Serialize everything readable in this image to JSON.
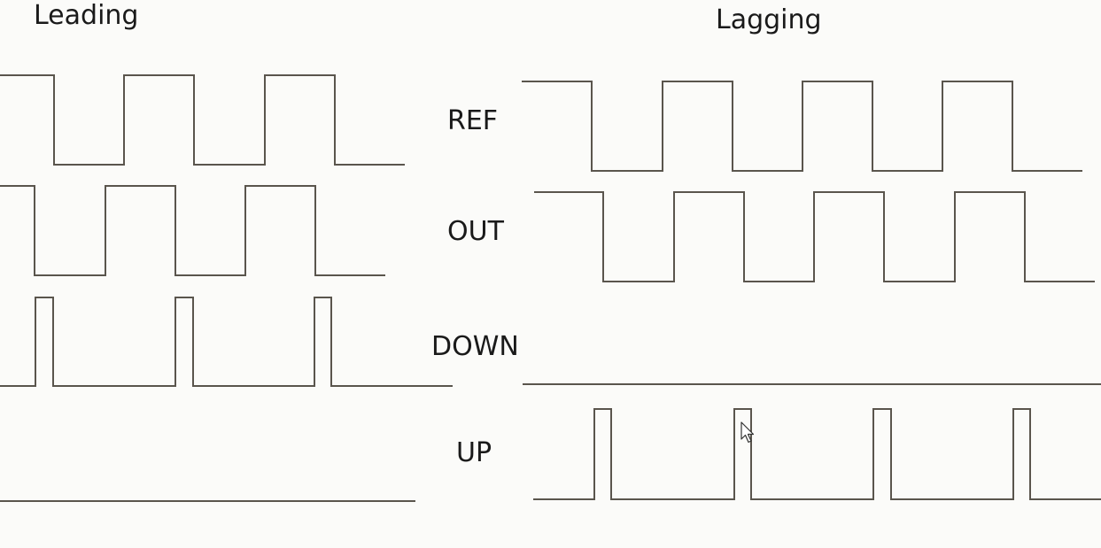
{
  "titles": {
    "leading": "Leading",
    "lagging": "Lagging"
  },
  "signal_labels": {
    "ref": "REF",
    "out": "OUT",
    "down": "DOWN",
    "up": "UP"
  },
  "colors": {
    "waveform": "#5a554d",
    "background": "#fbfbf9",
    "text": "#1a1a1a"
  },
  "cursor_icon": "mouse-pointer-icon"
}
